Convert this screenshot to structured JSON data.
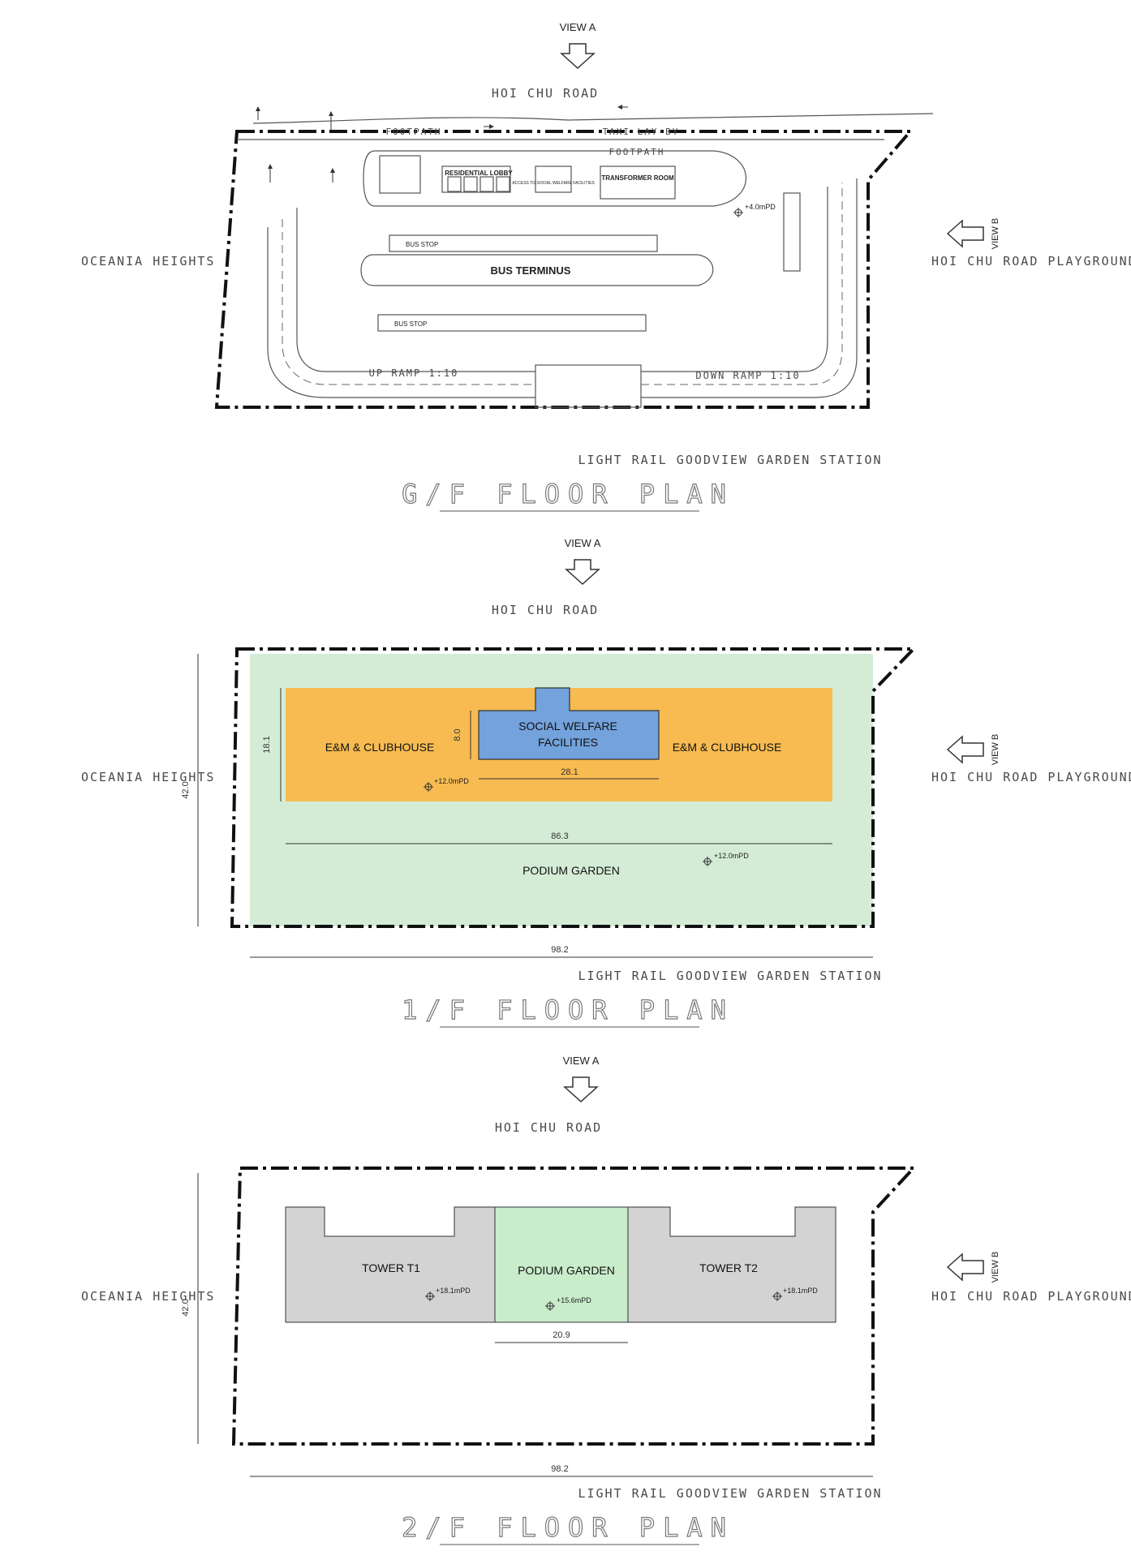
{
  "view_a": "VIEW A",
  "view_b": "VIEW B",
  "north_road": "HOI CHU ROAD",
  "west_label": "OCEANIA HEIGHTS",
  "east_label": "HOI CHU ROAD PLAYGROUND",
  "south_label": "LIGHT RAIL GOODVIEW GARDEN STATION",
  "plans": {
    "gf": {
      "title": "G/F FLOOR PLAN",
      "footpath_top": "FOOTPATH",
      "taxi_lay_by": "TAXI LAY-BY",
      "footpath": "FOOTPATH",
      "residential_lobby": "RESIDENTIAL LOBBY",
      "transformer_room": "TRANSFORMER ROOM",
      "social_welfare_access": "ACCESS TO SOCIAL WELFARE FACILITIES",
      "bus_terminus": "BUS TERMINUS",
      "bus_stop": "BUS STOP",
      "up_ramp": "UP RAMP 1:10",
      "down_ramp": "DOWN RAMP 1:10",
      "level": "+4.0mPD"
    },
    "f1": {
      "title": "1/F FLOOR PLAN",
      "em_clubhouse": "E&M & CLUBHOUSE",
      "social_welfare": [
        "SOCIAL WELFARE",
        "FACILITIES"
      ],
      "podium_garden": "PODIUM GARDEN",
      "level_1": "+12.0mPD",
      "level_2": "+12.0mPD",
      "dim_height": "18.1",
      "dim_sw_height": "8.0",
      "dim_sw_width": "28.1",
      "dim_block_width": "86.3",
      "dim_site_height": "42.0",
      "dim_site_width": "98.2",
      "colors": {
        "clubhouse": "#f7bb52",
        "welfare": "#73a2dc",
        "garden": "#d4ecd6"
      }
    },
    "f2": {
      "title": "2/F FLOOR PLAN",
      "tower_t1": "TOWER T1",
      "tower_t2": "TOWER T2",
      "podium_garden": "PODIUM GARDEN",
      "level_t1": "+18.1mPD",
      "level_garden": "+15.6mPD",
      "level_t2": "+18.1mPD",
      "dim_garden_width": "20.9",
      "dim_site_height": "42.0",
      "dim_site_width": "98.2",
      "colors": {
        "tower": "#d3d3d3",
        "garden": "#c9eccb"
      }
    }
  }
}
